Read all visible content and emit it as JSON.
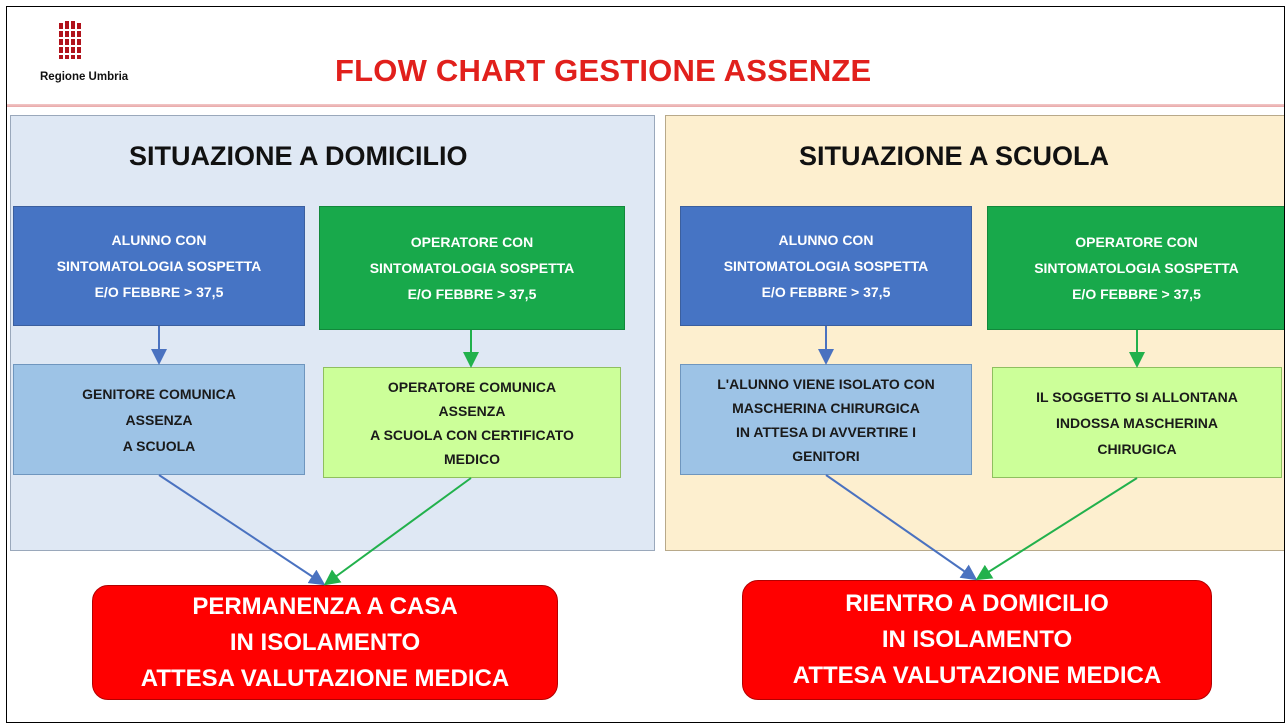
{
  "header": {
    "logo_text": "Regione Umbria",
    "title": "FLOW CHART GESTIONE ASSENZE"
  },
  "left_panel": {
    "title": "SITUAZIONE A DOMICILIO",
    "student_box": "ALUNNO CON\nSINTOMATOLOGIA SOSPETTA\nE/O FEBBRE > 37,5",
    "operator_box": "OPERATORE CON\nSINTOMATOLOGIA SOSPETTA\nE/O FEBBRE > 37,5",
    "student_action": "GENITORE COMUNICA\nASSENZA\nA SCUOLA",
    "operator_action": "OPERATORE COMUNICA\nASSENZA\nA SCUOLA CON CERTIFICATO\nMEDICO",
    "result": "PERMANENZA A CASA\nIN ISOLAMENTO\nATTESA VALUTAZIONE MEDICA"
  },
  "right_panel": {
    "title": "SITUAZIONE A SCUOLA",
    "student_box": "ALUNNO CON\nSINTOMATOLOGIA SOSPETTA\nE/O FEBBRE > 37,5",
    "operator_box": "OPERATORE CON\nSINTOMATOLOGIA SOSPETTA\nE/O FEBBRE > 37,5",
    "student_action": "L'ALUNNO VIENE ISOLATO CON\nMASCHERINA CHIRURGICA\nIN ATTESA DI AVVERTIRE I\nGENITORI",
    "operator_action": "IL SOGGETTO SI ALLONTANA\nINDOSSA MASCHERINA\nCHIRUGICA",
    "result": "RIENTRO A DOMICILIO\nIN ISOLAMENTO\nATTESA VALUTAZIONE MEDICA"
  },
  "colors": {
    "title": "#e1201c",
    "dark_blue": "#4674c4",
    "dark_green": "#18a94b",
    "light_blue": "#9dc3e6",
    "light_green": "#ccff99",
    "result_red": "#ff0000",
    "arrow_blue": "#4a72c0",
    "arrow_green": "#22b14c"
  }
}
